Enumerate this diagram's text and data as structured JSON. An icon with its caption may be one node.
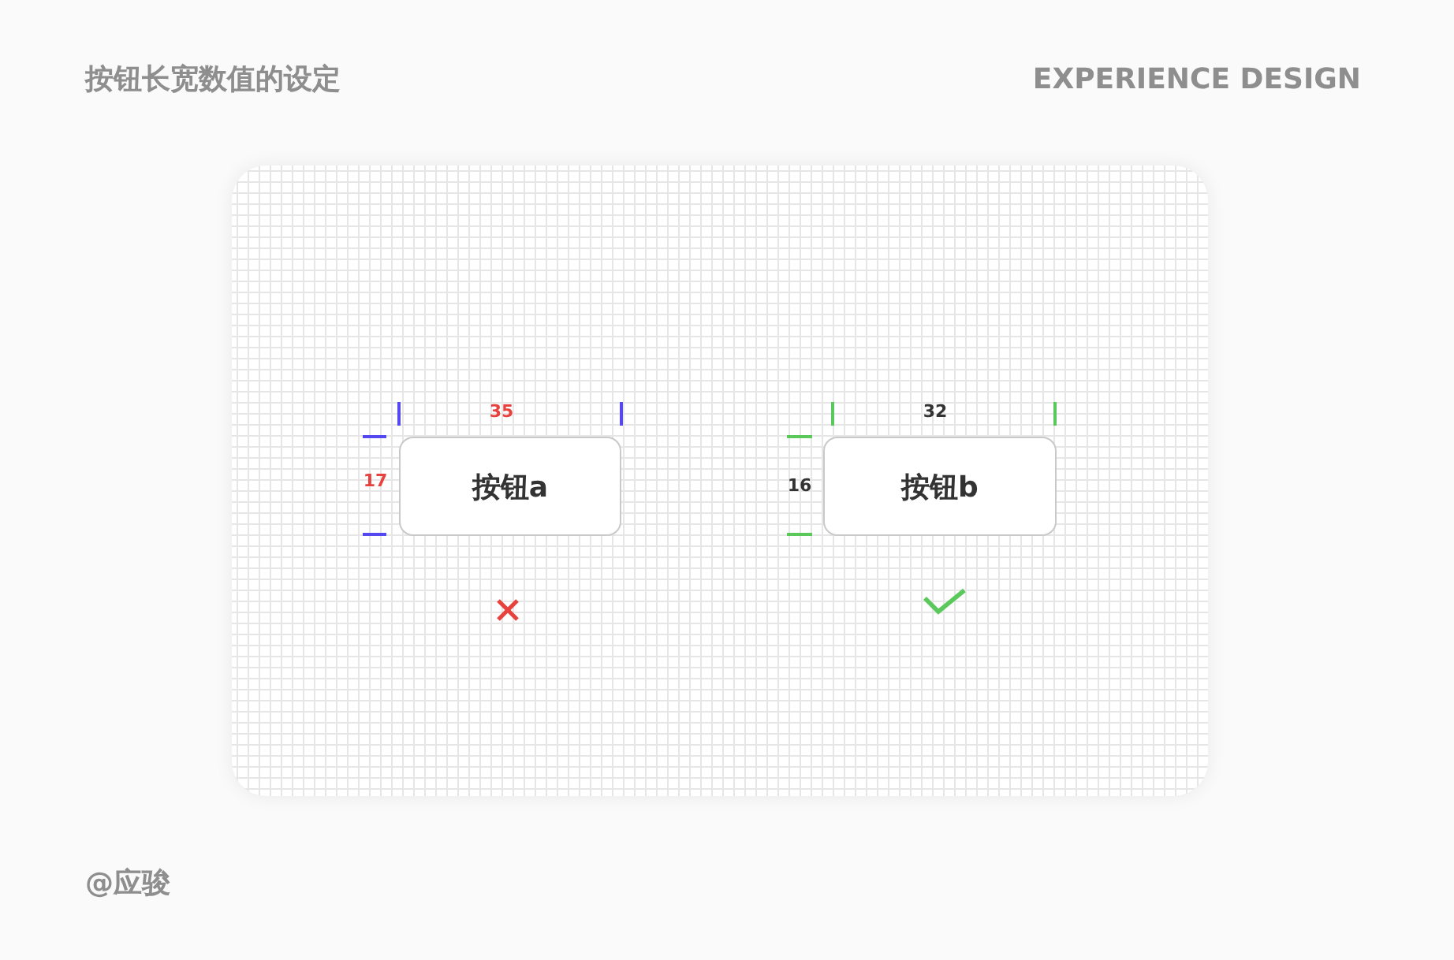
{
  "diagram": {
    "title": "按钮长宽数值的设定",
    "nodes": [
      {
        "text": [
          "按钮a"
        ]
      },
      {
        "text": [
          "按钮b"
        ]
      }
    ],
    "edges": [],
    "labels": [
      "EXPERIENCE DESIGN",
      "35",
      "17",
      "32",
      "16",
      "@应骏"
    ]
  }
}
